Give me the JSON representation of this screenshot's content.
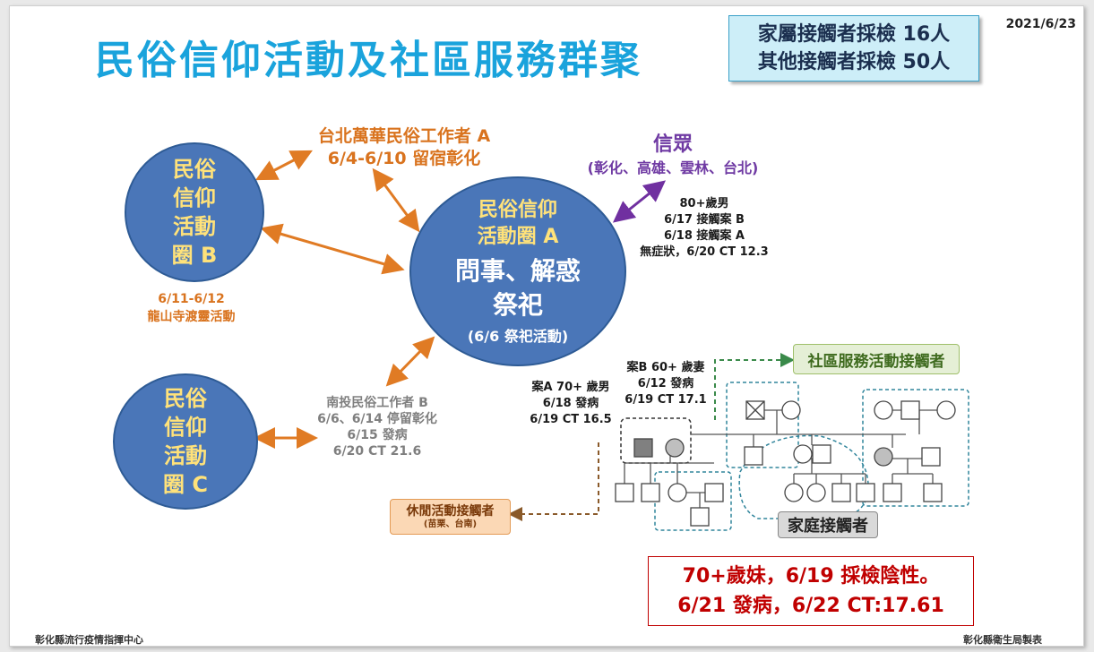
{
  "title": "民俗信仰活動及社區服務群聚",
  "date": "2021/6/23",
  "contact_counts": [
    "家屬接觸者採檢 16人",
    "其他接觸者採檢 50人"
  ],
  "circle_b": [
    "民俗",
    "信仰",
    "活動",
    "圈 B"
  ],
  "circle_a": {
    "line1": [
      "民俗信仰",
      "活動圈 A"
    ],
    "line2": [
      "問事、解惑",
      "祭祀"
    ],
    "line3": "(6/6 祭祀活動)"
  },
  "circle_c": [
    "民俗",
    "信仰",
    "活動",
    "圈 C"
  ],
  "taipei_worker": [
    "台北萬華民俗工作者 A",
    "6/4-6/10 留宿彰化"
  ],
  "believers": {
    "title": "信眾",
    "regions": "(彰化、高雄、雲林、台北)"
  },
  "longshan": [
    "6/11-6/12",
    "龍山寺渡靈活動"
  ],
  "nantou_worker": [
    "南投民俗工作者 B",
    "6/6、6/14 停留彰化",
    "6/15 發病",
    "6/20 CT 21.6"
  ],
  "male_80": [
    "80+歲男",
    "6/17 接觸案 B",
    "6/18 接觸案 A",
    "無症狀，6/20 CT 12.3"
  ],
  "case_a": [
    "案A 70+ 歲男",
    "6/18 發病",
    "6/19 CT 16.5"
  ],
  "case_b": [
    "案B 60+ 歲妻",
    "6/12 發病",
    "6/19 CT 17.1"
  ],
  "tags": {
    "community": "社區服務活動接觸者",
    "leisure_title": "休閒活動接觸者",
    "leisure_sub": "(苗栗、台南)",
    "family": "家庭接觸者"
  },
  "alert": [
    "70+歲妹，6/19 採檢陰性。",
    "6/21 發病，6/22 CT:17.61"
  ],
  "footer_left": "彰化縣流行疫情指揮中心",
  "footer_right": "彰化縣衛生局製表",
  "colors": {
    "title": "#1aa3dc",
    "circle": "#4a76b8",
    "orange_arrow": "#e07b24",
    "purple_arrow": "#7030a0",
    "alert": "#c00000",
    "pedigree_line": "#555555",
    "cluster_border": "#31859c"
  }
}
